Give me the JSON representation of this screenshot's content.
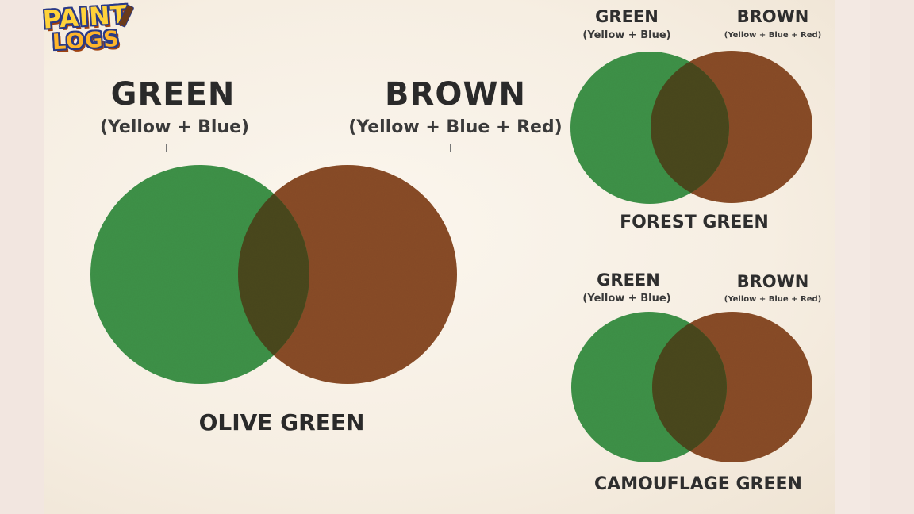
{
  "brand": {
    "logo_line1": "PAINT",
    "logo_line2": "LOGS"
  },
  "colors": {
    "green": "#3f934a",
    "brown": "#8a4e2a",
    "overlap": "#4c4a22",
    "background": "#f8f2e8"
  },
  "main_diagram": {
    "left_title": "GREEN",
    "left_subtitle": "(Yellow + Blue)",
    "right_title": "BROWN",
    "right_subtitle": "(Yellow + Blue + Red)",
    "result": "OLIVE GREEN"
  },
  "diagram_top_right": {
    "left_title": "GREEN",
    "left_subtitle": "(Yellow + Blue)",
    "right_title": "BROWN",
    "right_subtitle": "(Yellow + Blue + Red)",
    "result": "FOREST GREEN"
  },
  "diagram_bottom_right": {
    "left_title": "GREEN",
    "left_subtitle": "(Yellow + Blue)",
    "right_title": "BROWN",
    "right_subtitle": "(Yellow + Blue + Red)",
    "result": "CAMOUFLAGE GREEN"
  }
}
